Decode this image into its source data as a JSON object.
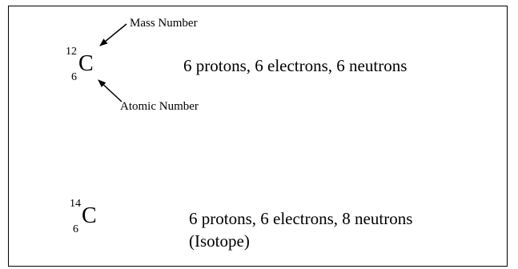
{
  "isotope_c12": {
    "mass_number": "12",
    "atomic_number": "6",
    "symbol": "C",
    "description": "6 protons, 6 electrons, 6 neutrons",
    "mass_label": "Mass Number",
    "atomic_label": "Atomic Number"
  },
  "isotope_c14": {
    "mass_number": "14",
    "atomic_number": "6",
    "symbol": "C",
    "description": "6 protons, 6 electrons, 8 neutrons",
    "note": "(Isotope)"
  },
  "colors": {
    "ink": "#000000",
    "background": "#ffffff"
  }
}
